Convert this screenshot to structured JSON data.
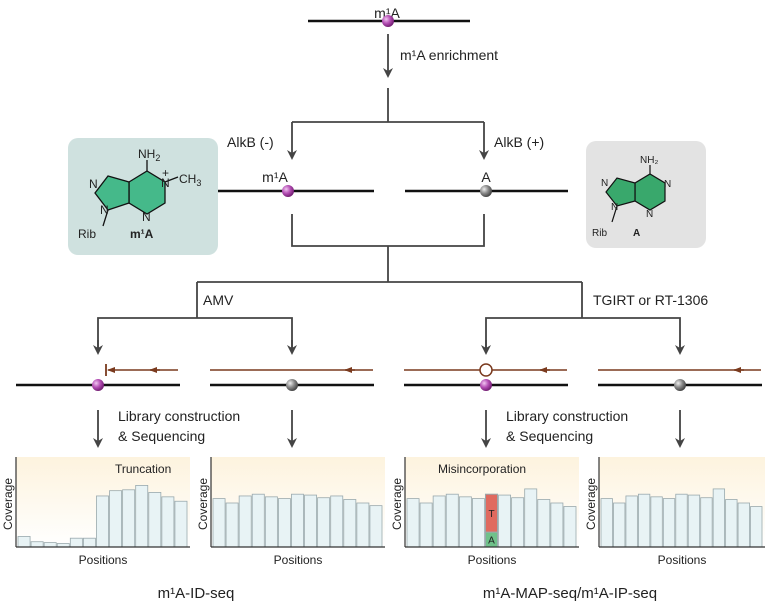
{
  "top_label": "m¹A",
  "enrichment_label": "m¹A enrichment",
  "alkb_minus": "AlkB (-)",
  "alkb_plus": "AlkB (+)",
  "mid_left_label": "m¹A",
  "mid_right_label": "A",
  "amv_label": "AMV",
  "tgirt_label": "TGIRT or RT-1306",
  "library_left_l1": "Library construction",
  "library_left_l2": "& Sequencing",
  "library_right_l1": "Library construction",
  "library_right_l2": "& Sequencing",
  "chem_m1a": {
    "nh2": "NH",
    "nh2_sub": "2",
    "plus": "+",
    "ch3": "CH",
    "ch3_sub": "3",
    "n": "N",
    "rib": "Rib",
    "name": "m¹A"
  },
  "chem_a": {
    "nh2": "NH₂",
    "n": "N",
    "rib": "Rib",
    "name": "A"
  },
  "plot_common": {
    "ylabel": "Coverage",
    "xlabel": "Positions"
  },
  "plot1_title": "Truncation",
  "plot3_title": "Misincorporation",
  "mis_top": "T",
  "mis_bottom": "A",
  "method_left": "m¹A-ID-seq",
  "method_right": "m¹A-MAP-seq/m¹A-IP-seq",
  "colors": {
    "m1a_dot": "#a93aa9",
    "a_dot": "#777777",
    "strand": "#111111",
    "cdna": "#7a3a1e",
    "arrow": "#444444",
    "m1a_box": "#cfe1df",
    "m1a_ring": "#45b98a",
    "a_box": "#e3e3e3",
    "a_ring": "#39a86c",
    "bar_fill": "#e8f3f5",
    "bar_stroke": "#9aa9ad",
    "mis_red": "#e06a5f",
    "mis_green": "#6fc18a"
  },
  "chart_data": [
    {
      "type": "bar",
      "title": "Truncation",
      "xlabel": "Positions",
      "ylabel": "Coverage",
      "values": [
        12,
        6,
        5,
        4,
        10,
        10,
        58,
        64,
        65,
        70,
        62,
        57,
        52
      ]
    },
    {
      "type": "bar",
      "title": "",
      "xlabel": "Positions",
      "ylabel": "Coverage",
      "values": [
        55,
        50,
        58,
        60,
        57,
        55,
        60,
        59,
        56,
        58,
        54,
        50,
        47
      ]
    },
    {
      "type": "bar",
      "title": "Misincorporation",
      "xlabel": "Positions",
      "ylabel": "Coverage",
      "values": [
        55,
        50,
        58,
        60,
        57,
        55,
        60,
        59,
        56,
        66,
        54,
        50,
        46
      ]
    },
    {
      "type": "bar",
      "title": "",
      "xlabel": "Positions",
      "ylabel": "Coverage",
      "values": [
        55,
        50,
        58,
        60,
        57,
        55,
        60,
        59,
        56,
        66,
        54,
        50,
        46
      ]
    }
  ]
}
